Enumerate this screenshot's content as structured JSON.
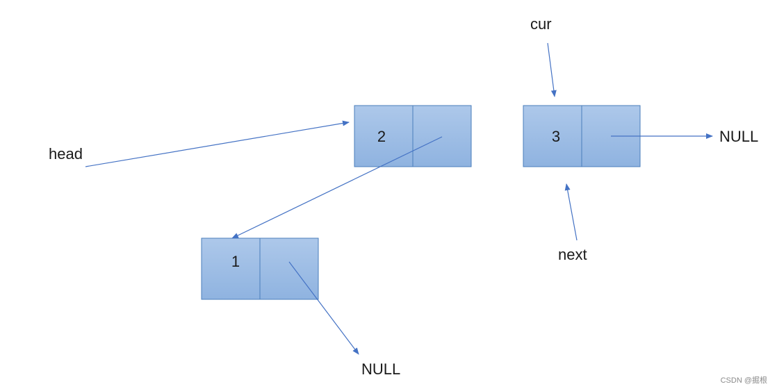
{
  "colors": {
    "node_fill_top": "#adc8ea",
    "node_fill_bottom": "#8fb3e0",
    "node_border": "#4a7ebb",
    "arrow": "#4472c4",
    "text": "#1a1a1a"
  },
  "nodes": [
    {
      "value": "2"
    },
    {
      "value": "3"
    },
    {
      "value": "1"
    }
  ],
  "labels": {
    "head": "head",
    "cur": "cur",
    "next": "next",
    "null_right": "NULL",
    "null_bottom": "NULL"
  },
  "watermark": "CSDN @掘根"
}
